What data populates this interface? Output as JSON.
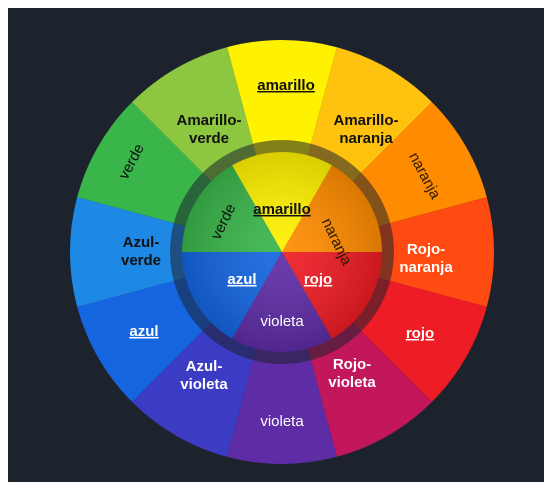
{
  "colors": {
    "background": "#1d232d",
    "amarillo": "#fff200",
    "amarillo_naranja": "#ffc20e",
    "naranja": "#ff8c00",
    "rojo_naranja": "#ff4a12",
    "rojo": "#ee1c24",
    "rojo_violeta": "#c2185b",
    "violeta": "#5e2ca5",
    "azul_violeta": "#3b3bc4",
    "azul": "#1565e0",
    "azul_verde": "#1e88e5",
    "verde": "#39b54a",
    "amarillo_verde": "#8dc63f"
  },
  "outer_segments": [
    {
      "id": "amarillo",
      "label": [
        "amarillo"
      ],
      "color": "#fff200",
      "text_color": "#111111",
      "bold": true,
      "underline": true,
      "vertical": false
    },
    {
      "id": "amarillo-naranja",
      "label": [
        "Amarillo-",
        "naranja"
      ],
      "color": "#ffc20e",
      "text_color": "#111111",
      "bold": true,
      "underline": false,
      "vertical": false
    },
    {
      "id": "naranja",
      "label": [
        "naranja"
      ],
      "color": "#ff8c00",
      "text_color": "#2a1a00",
      "bold": false,
      "underline": false,
      "vertical": true
    },
    {
      "id": "rojo-naranja",
      "label": [
        "Rojo-",
        "naranja"
      ],
      "color": "#ff4a12",
      "text_color": "#ffffff",
      "bold": true,
      "underline": false,
      "vertical": false
    },
    {
      "id": "rojo",
      "label": [
        "rojo"
      ],
      "color": "#ee1c24",
      "text_color": "#ffffff",
      "bold": true,
      "underline": true,
      "vertical": false
    },
    {
      "id": "rojo-violeta",
      "label": [
        "Rojo-",
        "violeta"
      ],
      "color": "#c2185b",
      "text_color": "#ffffff",
      "bold": true,
      "underline": false,
      "vertical": false
    },
    {
      "id": "violeta",
      "label": [
        "violeta"
      ],
      "color": "#5e2ca5",
      "text_color": "#ffffff",
      "bold": false,
      "underline": false,
      "vertical": false
    },
    {
      "id": "azul-violeta",
      "label": [
        "Azul-",
        "violeta"
      ],
      "color": "#3b3bc4",
      "text_color": "#ffffff",
      "bold": true,
      "underline": false,
      "vertical": false
    },
    {
      "id": "azul",
      "label": [
        "azul"
      ],
      "color": "#1565e0",
      "text_color": "#ffffff",
      "bold": true,
      "underline": true,
      "vertical": false
    },
    {
      "id": "azul-verde",
      "label": [
        "Azul-",
        "verde"
      ],
      "color": "#1e88e5",
      "text_color": "#111111",
      "bold": true,
      "underline": false,
      "vertical": false
    },
    {
      "id": "verde",
      "label": [
        "verde"
      ],
      "color": "#39b54a",
      "text_color": "#111111",
      "bold": false,
      "underline": false,
      "vertical": true
    },
    {
      "id": "amarillo-verde",
      "label": [
        "Amarillo-",
        "verde"
      ],
      "color": "#8dc63f",
      "text_color": "#111111",
      "bold": true,
      "underline": false,
      "vertical": false
    }
  ],
  "inner_segments": [
    {
      "id": "amarillo",
      "label": "amarillo",
      "color": "#fff200",
      "text_color": "#111111",
      "bold": true,
      "underline": true
    },
    {
      "id": "naranja",
      "label": "naranja",
      "color": "#ff8c00",
      "text_color": "#2a1a00",
      "bold": false,
      "underline": false
    },
    {
      "id": "rojo",
      "label": "rojo",
      "color": "#ee1c24",
      "text_color": "#ffffff",
      "bold": true,
      "underline": true
    },
    {
      "id": "violeta",
      "label": "violeta",
      "color": "#5e2ca5",
      "text_color": "#ffffff",
      "bold": false,
      "underline": false
    },
    {
      "id": "azul",
      "label": "azul",
      "color": "#1565e0",
      "text_color": "#ffffff",
      "bold": true,
      "underline": true
    },
    {
      "id": "verde",
      "label": "verde",
      "color": "#39b54a",
      "text_color": "#111111",
      "bold": false,
      "underline": false
    }
  ]
}
